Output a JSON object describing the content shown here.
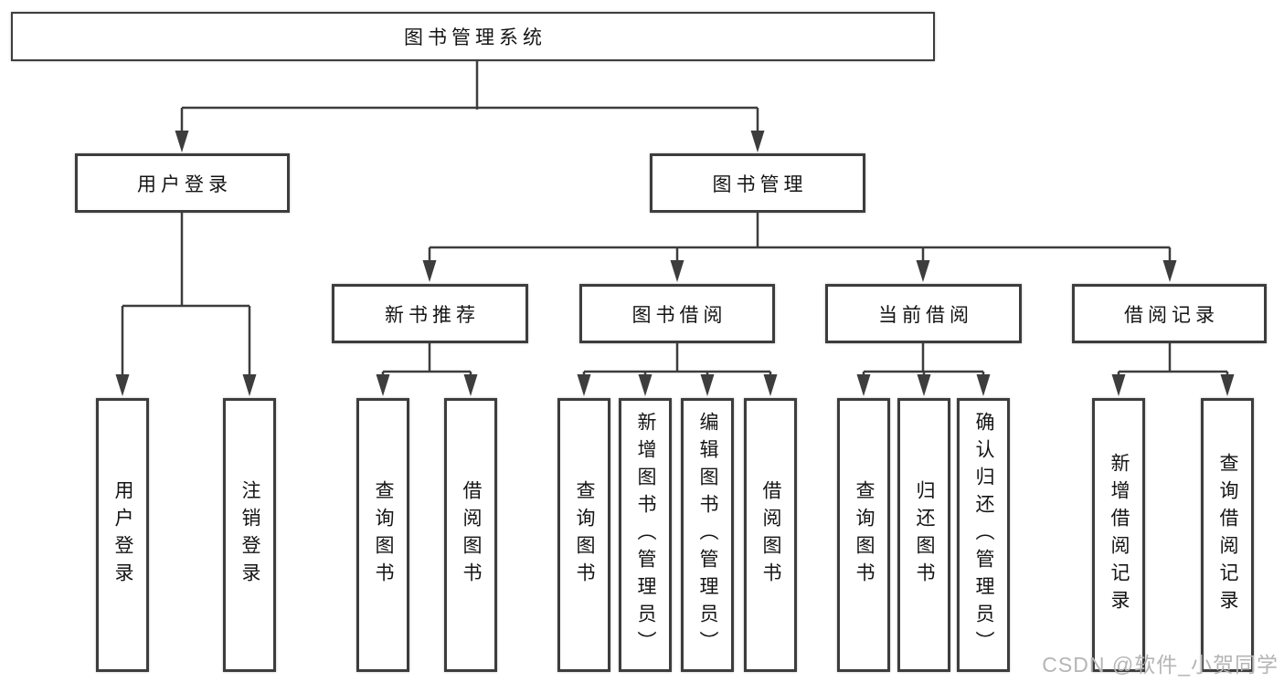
{
  "diagram": {
    "root": "图书管理系统",
    "level2": [
      "用户登录",
      "图书管理"
    ],
    "level3": [
      "新书推荐",
      "图书借阅",
      "当前借阅",
      "借阅记录"
    ],
    "leaves": {
      "login": [
        "用户登录",
        "注销登录"
      ],
      "recommend": [
        "查询图书",
        "借阅图书"
      ],
      "borrow": [
        "查询图书",
        "新增图书（管理员）",
        "编辑图书（管理员）",
        "借阅图书"
      ],
      "current": [
        "查询图书",
        "归还图书",
        "确认归还（管理员）"
      ],
      "records": [
        "新增借阅记录",
        "查询借阅记录"
      ]
    }
  },
  "watermark": {
    "text": "CSDN @软件_小贺同学"
  },
  "colors": {
    "line": "#3d3d3d",
    "box_border": "#3d3d3d",
    "text": "#141414",
    "watermark": "#b5b5b5",
    "background": "#ffffff"
  }
}
